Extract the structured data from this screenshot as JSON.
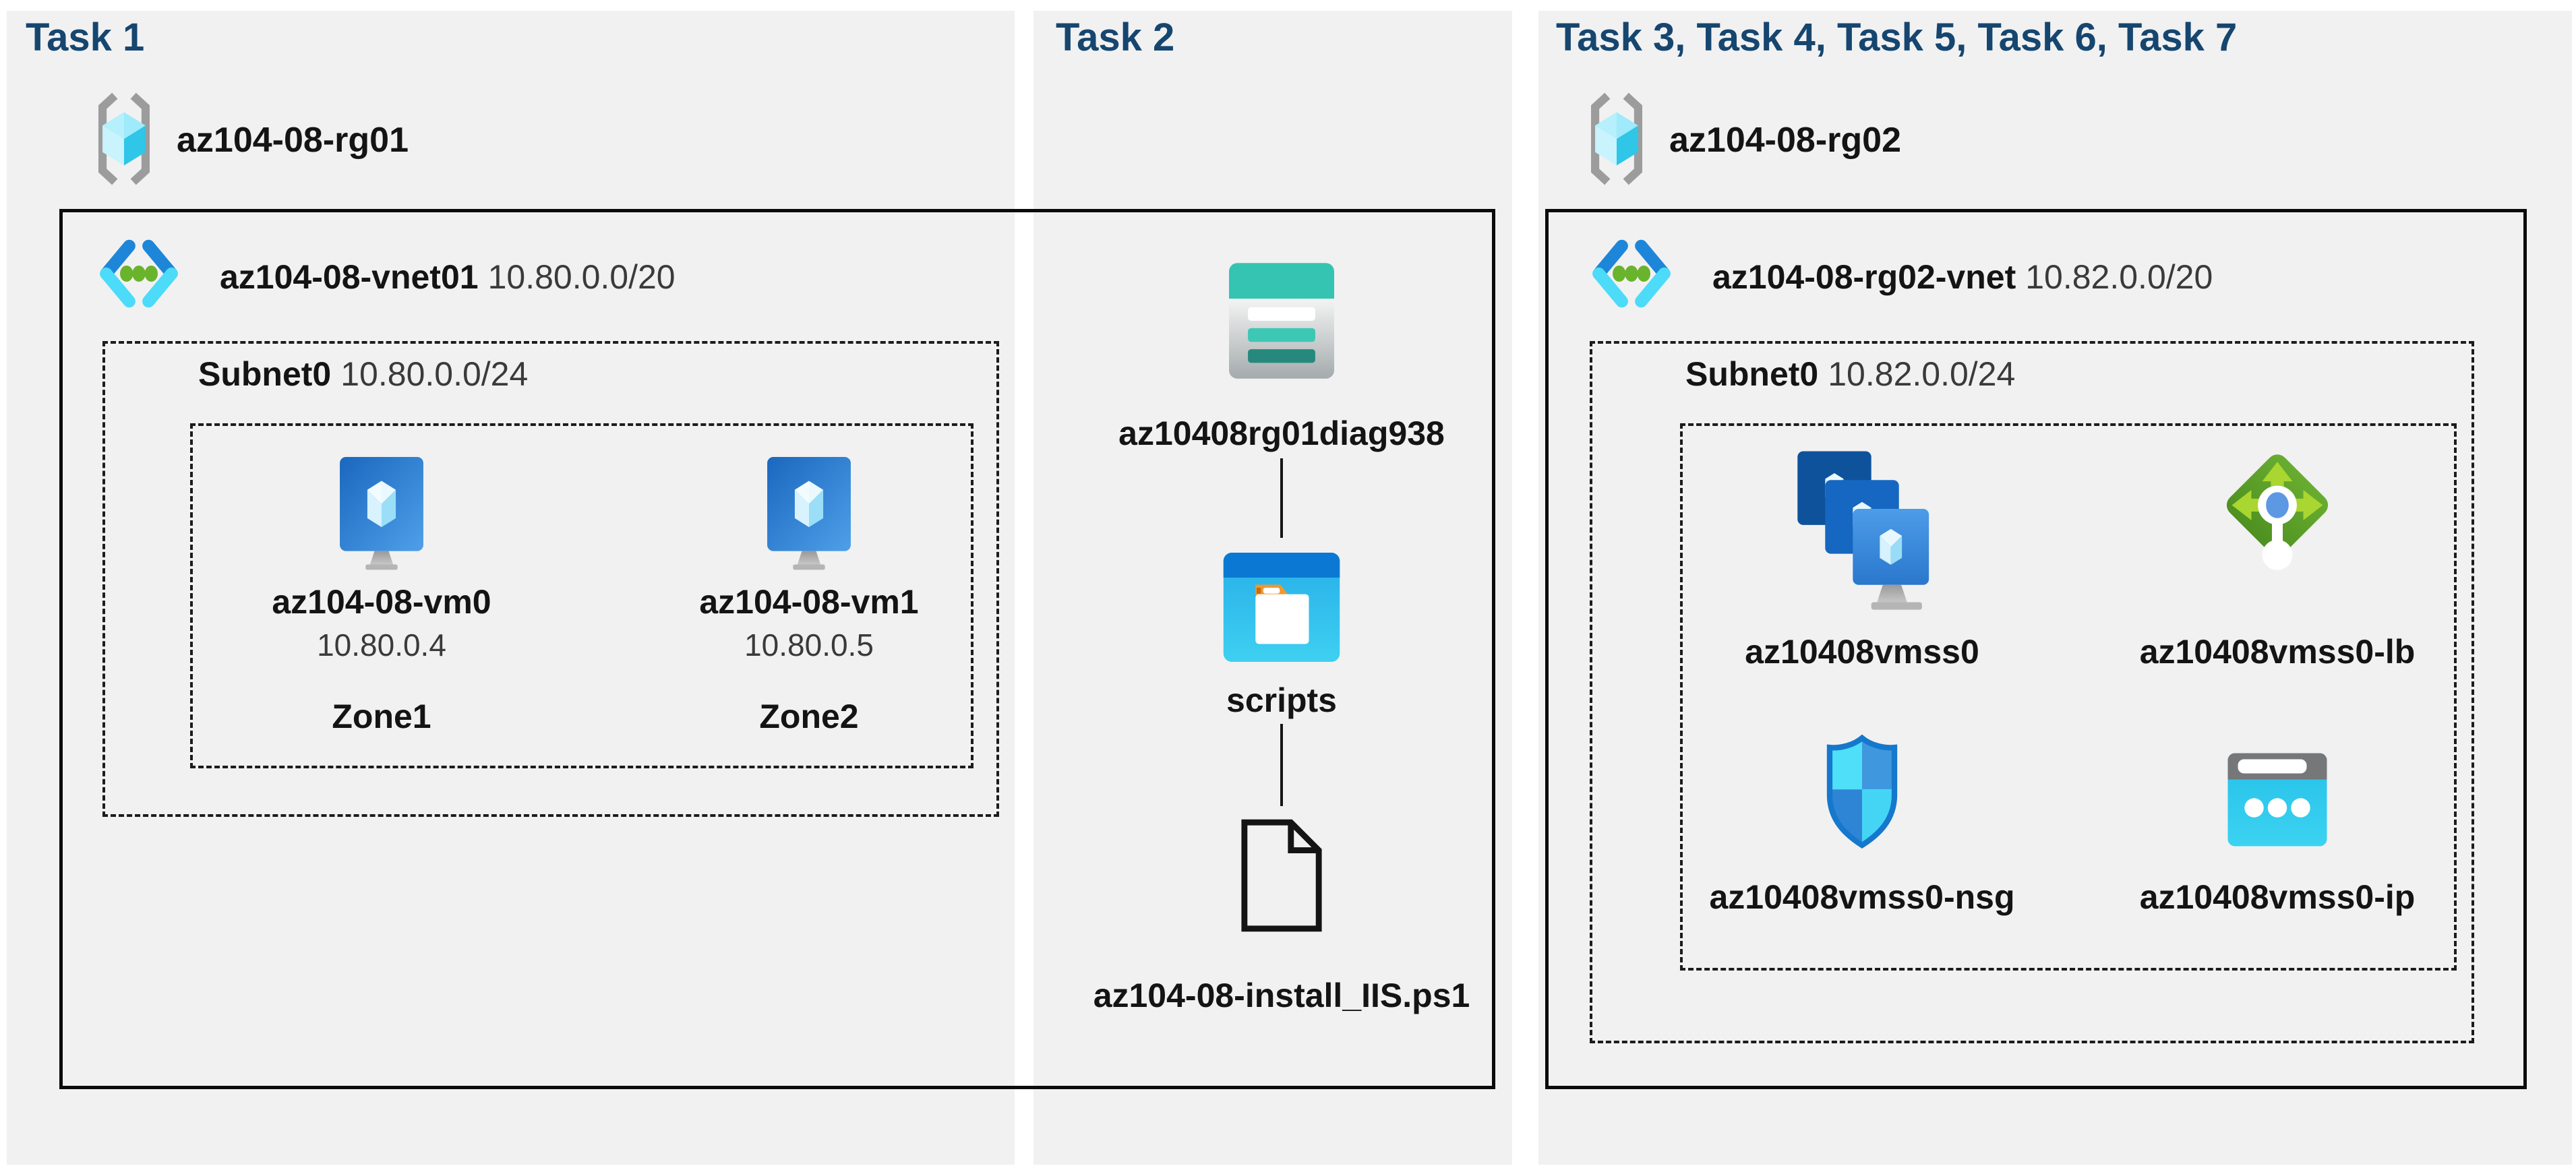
{
  "colors": {
    "title_navy": "#16466f",
    "panel_bg": "#f1f1f2",
    "line_black": "#141414",
    "vnet_blue": "#1e86d9",
    "vnet_cyan": "#4cdbf8",
    "vnet_green": "#6ab32c",
    "storage_teal": "#35c4b2",
    "storage_teal_dark": "#27897d",
    "scripts_blue": "#0b79d3",
    "scripts_cyan": "#2fbfee",
    "folder_orange": "#f0982f",
    "lb_green": "#5da42a",
    "lb_arrow_green": "#a9d630",
    "nsg_blue": "#3f97de",
    "nsg_cyan": "#4fdff9",
    "ip_cyan": "#2fc9ed",
    "ip_gray": "#757779"
  },
  "icons": {
    "resource_group": "resource-group-icon",
    "virtual_network": "vnet-icon",
    "virtual_machine": "vm-icon",
    "storage_account": "storage-account-icon",
    "blob_container": "blob-container-icon",
    "script_file": "file-icon",
    "vm_scale_set": "vmss-icon",
    "load_balancer": "load-balancer-icon",
    "network_security_group": "nsg-icon",
    "public_ip": "public-ip-icon"
  },
  "task1": {
    "title": "Task 1",
    "resource_group": {
      "name": "az104-08-rg01"
    },
    "vnet": {
      "name": "az104-08-vnet01",
      "cidr": "10.80.0.0/20"
    },
    "subnet": {
      "name": "Subnet0",
      "cidr": "10.80.0.0/24"
    },
    "vms": [
      {
        "name": "az104-08-vm0",
        "ip": "10.80.0.4",
        "zone": "Zone1"
      },
      {
        "name": "az104-08-vm1",
        "ip": "10.80.0.5",
        "zone": "Zone2"
      }
    ]
  },
  "task2": {
    "title": "Task 2",
    "storage_account": {
      "name": "az10408rg01diag938"
    },
    "container": {
      "name": "scripts"
    },
    "file": {
      "name": "az104-08-install_IIS.ps1"
    }
  },
  "task3": {
    "title": "Task 3, Task 4, Task 5, Task 6, Task 7",
    "resource_group": {
      "name": "az104-08-rg02"
    },
    "vnet": {
      "name": "az104-08-rg02-vnet",
      "cidr": "10.82.0.0/20"
    },
    "subnet": {
      "name": "Subnet0",
      "cidr": "10.82.0.0/24"
    },
    "resources": [
      {
        "name": "az10408vmss0",
        "type": "vm-scale-set"
      },
      {
        "name": "az10408vmss0-lb",
        "type": "load-balancer"
      },
      {
        "name": "az10408vmss0-nsg",
        "type": "network-security-group"
      },
      {
        "name": "az10408vmss0-ip",
        "type": "public-ip"
      }
    ]
  }
}
